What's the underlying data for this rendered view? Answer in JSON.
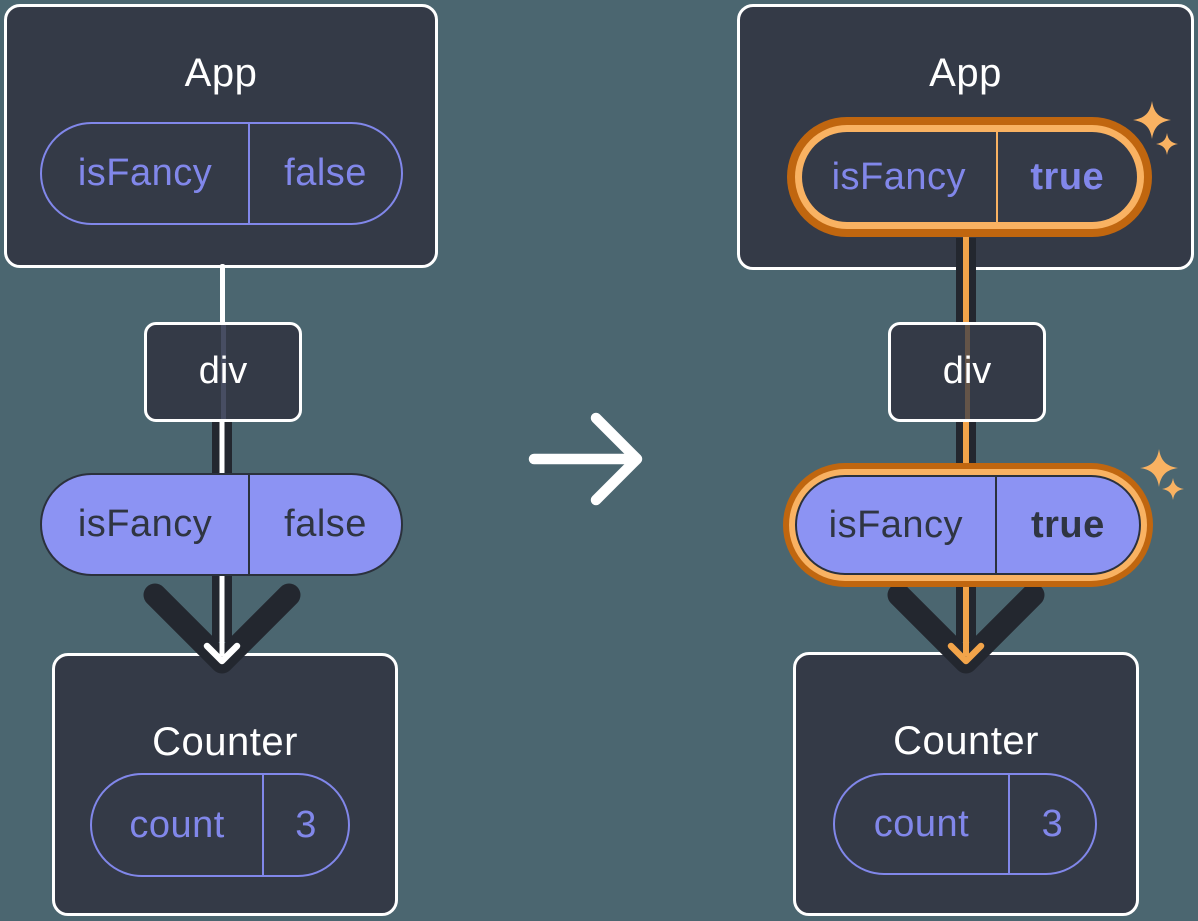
{
  "panels": {
    "before": {
      "app": {
        "title": "App"
      },
      "app_prop": {
        "name": "isFancy",
        "value": "false"
      },
      "div_label": "div",
      "passed_prop": {
        "name": "isFancy",
        "value": "false"
      },
      "counter": {
        "title": "Counter"
      },
      "counter_state": {
        "name": "count",
        "value": "3"
      }
    },
    "after": {
      "app": {
        "title": "App"
      },
      "app_prop": {
        "name": "isFancy",
        "value": "true"
      },
      "div_label": "div",
      "passed_prop": {
        "name": "isFancy",
        "value": "true"
      },
      "counter": {
        "title": "Counter"
      },
      "counter_state": {
        "name": "count",
        "value": "3"
      }
    }
  },
  "icons": {
    "transition_arrow": "right-arrow",
    "flow_arrow": "down-arrowhead",
    "sparkle": "four-point-sparkle"
  },
  "colors": {
    "background": "#4b6670",
    "card": "#343a47",
    "card_border": "#ffffff",
    "purple_outline": "#8187ea",
    "purple_fill": "#8c93f3",
    "pill_dark_text": "#2f3542",
    "arrow_dark": "#23272f",
    "highlight_orange_dark": "#c0660f",
    "highlight_orange_light": "#f9b262",
    "highlight_orange_core": "#f2a44a"
  }
}
